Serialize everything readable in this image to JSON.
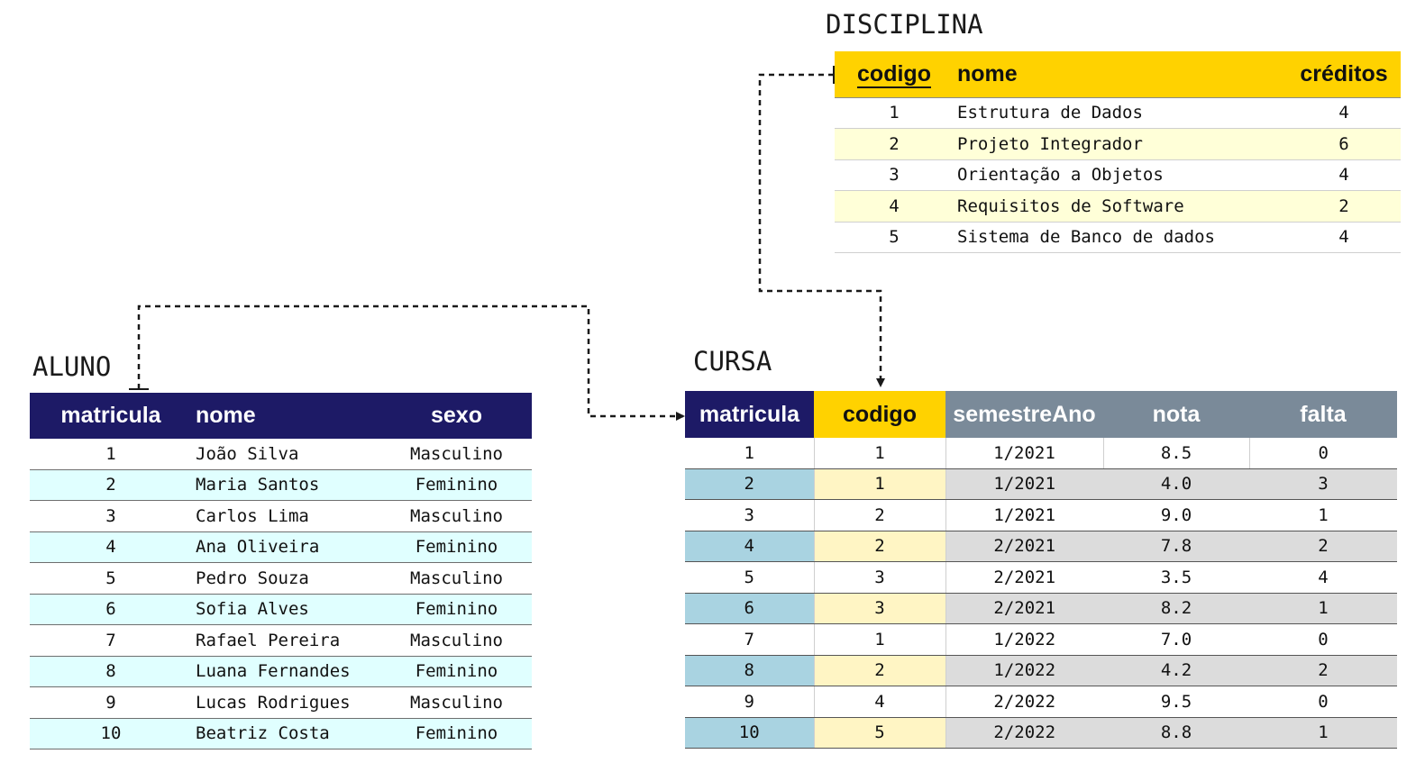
{
  "disciplina": {
    "title": "DISCIPLINA",
    "headers": {
      "codigo": "codigo",
      "nome": "nome",
      "creditos": "créditos"
    },
    "rows": [
      {
        "codigo": "1",
        "nome": "Estrutura de Dados",
        "creditos": "4"
      },
      {
        "codigo": "2",
        "nome": "Projeto Integrador",
        "creditos": "6"
      },
      {
        "codigo": "3",
        "nome": "Orientação a Objetos",
        "creditos": "4"
      },
      {
        "codigo": "4",
        "nome": "Requisitos de Software",
        "creditos": "2"
      },
      {
        "codigo": "5",
        "nome": "Sistema de Banco de dados",
        "creditos": "4"
      }
    ],
    "header_color": "#ffd200",
    "stripe_color": "#ffffd8"
  },
  "aluno": {
    "title": "ALUNO",
    "headers": {
      "matricula": "matricula",
      "nome": "nome",
      "sexo": "sexo"
    },
    "rows": [
      {
        "matricula": "1",
        "nome": "João Silva",
        "sexo": "Masculino"
      },
      {
        "matricula": "2",
        "nome": "Maria Santos",
        "sexo": "Feminino"
      },
      {
        "matricula": "3",
        "nome": "Carlos Lima",
        "sexo": "Masculino"
      },
      {
        "matricula": "4",
        "nome": "Ana Oliveira",
        "sexo": "Feminino"
      },
      {
        "matricula": "5",
        "nome": "Pedro Souza",
        "sexo": "Masculino"
      },
      {
        "matricula": "6",
        "nome": "Sofia Alves",
        "sexo": "Feminino"
      },
      {
        "matricula": "7",
        "nome": "Rafael Pereira",
        "sexo": "Masculino"
      },
      {
        "matricula": "8",
        "nome": "Luana Fernandes",
        "sexo": "Feminino"
      },
      {
        "matricula": "9",
        "nome": "Lucas Rodrigues",
        "sexo": "Masculino"
      },
      {
        "matricula": "10",
        "nome": "Beatriz Costa",
        "sexo": "Feminino"
      }
    ],
    "header_color": "#1d1a66",
    "stripe_color": "#e0ffff"
  },
  "cursa": {
    "title": "CURSA",
    "headers": {
      "matricula": "matricula",
      "codigo": "codigo",
      "semestreAno": "semestreAno",
      "nota": "nota",
      "falta": "falta"
    },
    "rows": [
      {
        "matricula": "1",
        "codigo": "1",
        "semestreAno": "1/2021",
        "nota": "8.5",
        "falta": "0"
      },
      {
        "matricula": "2",
        "codigo": "1",
        "semestreAno": "1/2021",
        "nota": "4.0",
        "falta": "3"
      },
      {
        "matricula": "3",
        "codigo": "2",
        "semestreAno": "1/2021",
        "nota": "9.0",
        "falta": "1"
      },
      {
        "matricula": "4",
        "codigo": "2",
        "semestreAno": "2/2021",
        "nota": "7.8",
        "falta": "2"
      },
      {
        "matricula": "5",
        "codigo": "3",
        "semestreAno": "2/2021",
        "nota": "3.5",
        "falta": "4"
      },
      {
        "matricula": "6",
        "codigo": "3",
        "semestreAno": "2/2021",
        "nota": "8.2",
        "falta": "1"
      },
      {
        "matricula": "7",
        "codigo": "1",
        "semestreAno": "1/2022",
        "nota": "7.0",
        "falta": "0"
      },
      {
        "matricula": "8",
        "codigo": "2",
        "semestreAno": "1/2022",
        "nota": "4.2",
        "falta": "2"
      },
      {
        "matricula": "9",
        "codigo": "4",
        "semestreAno": "2/2022",
        "nota": "9.5",
        "falta": "0"
      },
      {
        "matricula": "10",
        "codigo": "5",
        "semestreAno": "2/2022",
        "nota": "8.8",
        "falta": "1"
      }
    ],
    "matricula_header_color": "#1d1a66",
    "codigo_header_color": "#ffd200",
    "other_header_color": "#7a8a99"
  },
  "links": [
    {
      "from": "disciplina.codigo",
      "to": "cursa.codigo",
      "style": "dashed-arrow"
    },
    {
      "from": "aluno.matricula",
      "to": "cursa.matricula",
      "style": "dashed-arrow"
    }
  ]
}
